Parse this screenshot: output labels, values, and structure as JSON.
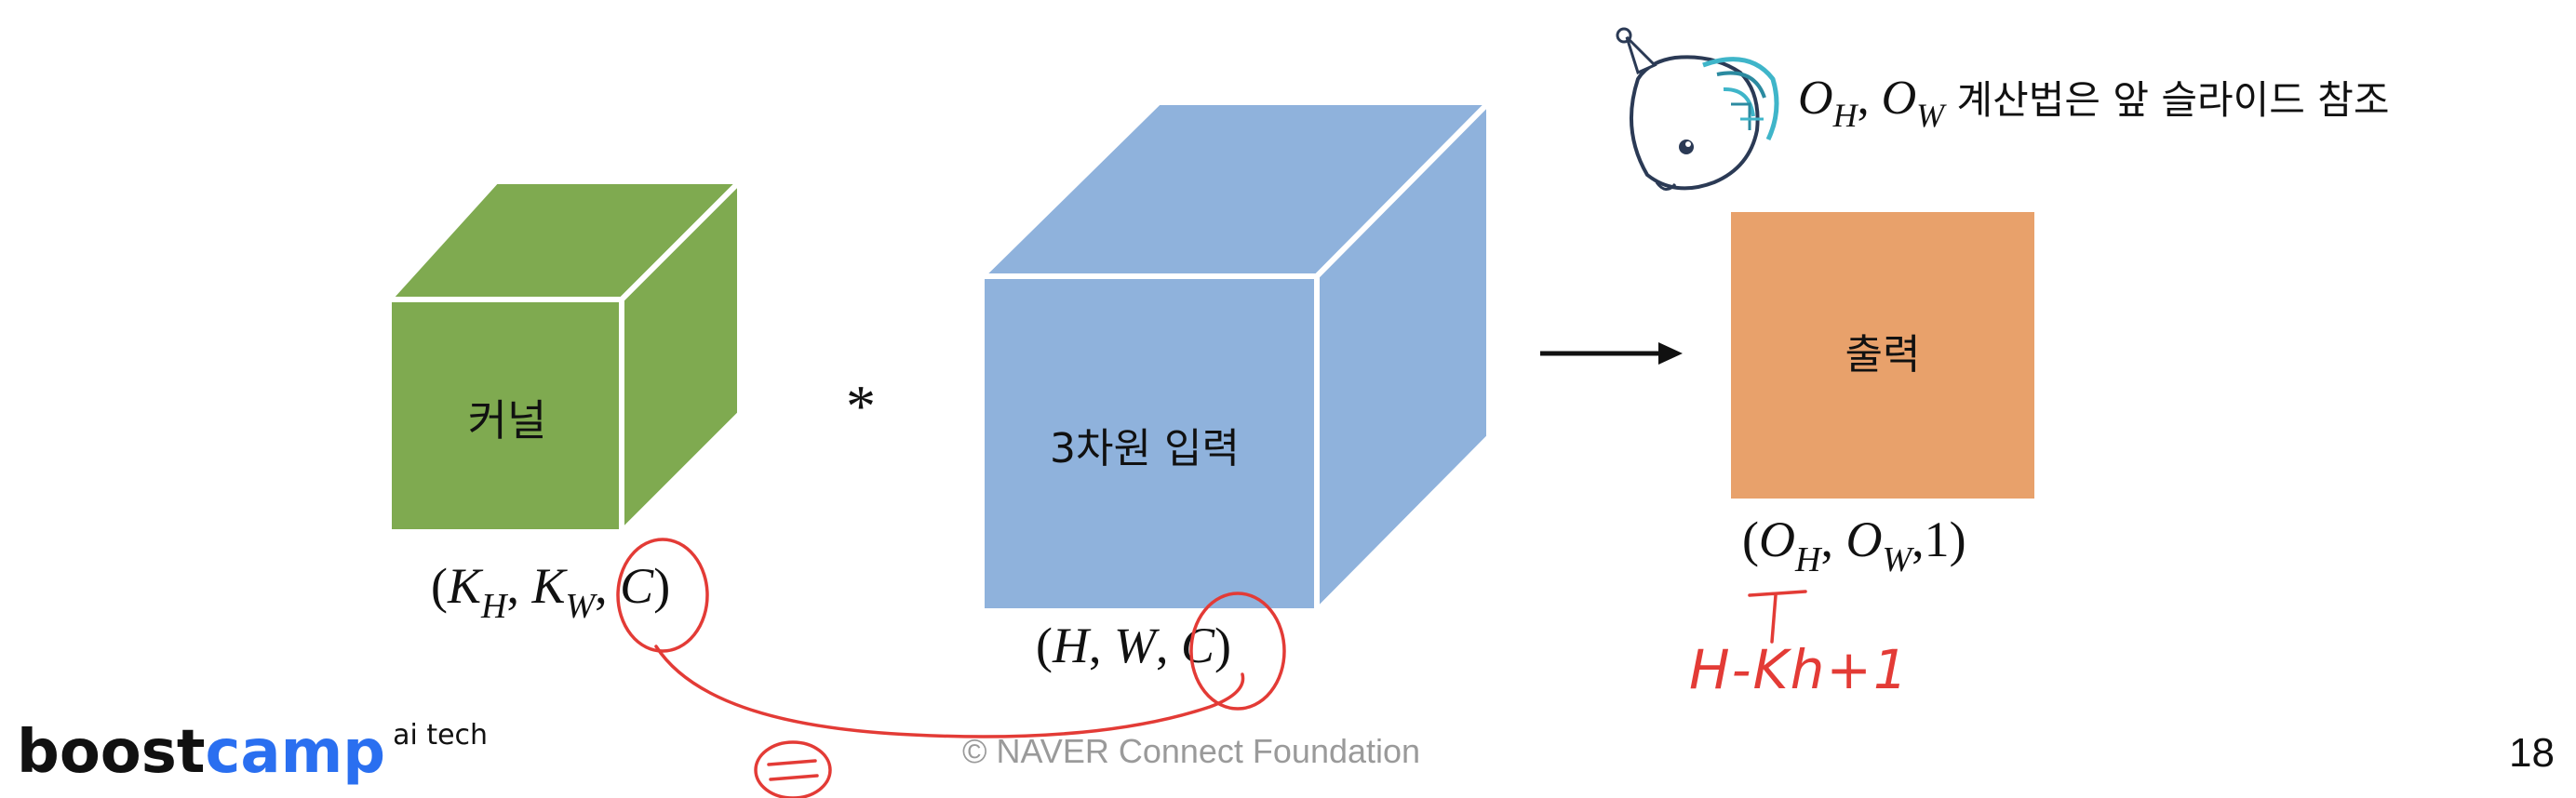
{
  "kernel": {
    "label": "커널",
    "dims_open": "(",
    "K": "K",
    "H_sub": "H",
    "comma1": ", ",
    "W_sub": "W",
    "comma2": ", ",
    "C": "C",
    "dims_close": ")"
  },
  "operator": "*",
  "input": {
    "label": "3차원 입력",
    "dims_open": "(",
    "H": "H",
    "comma1": ", ",
    "W": "W",
    "comma2": ", ",
    "C": "C",
    "dims_close": ")"
  },
  "output": {
    "label": "출력",
    "dims_open": "(",
    "O": "O",
    "H_sub": "H",
    "comma1": ", ",
    "W_sub": "W",
    "one": ",1",
    "dims_close": ")"
  },
  "note": {
    "O": "O",
    "H_sub": "H",
    "comma": ", ",
    "W_sub": "W",
    "text": " 계산법은 앞 슬라이드 참조"
  },
  "handwriting": {
    "annotation": "H-Kh+1",
    "equals": "="
  },
  "footer": {
    "brand_bold": "boost",
    "brand_accent": "camp",
    "brand_super": "ai tech",
    "copyright": "©  NAVER Connect Foundation",
    "page_number": "18"
  },
  "colors": {
    "kernel_front": "#7faa50",
    "kernel_top": "#7faa50",
    "kernel_side": "#7faa50",
    "input_face": "#8fb2dc",
    "output_face": "#e8a16b",
    "annotation_red": "#e33b36",
    "brand_blue": "#2a6ff0",
    "footer_gray": "#9a9a9a"
  }
}
